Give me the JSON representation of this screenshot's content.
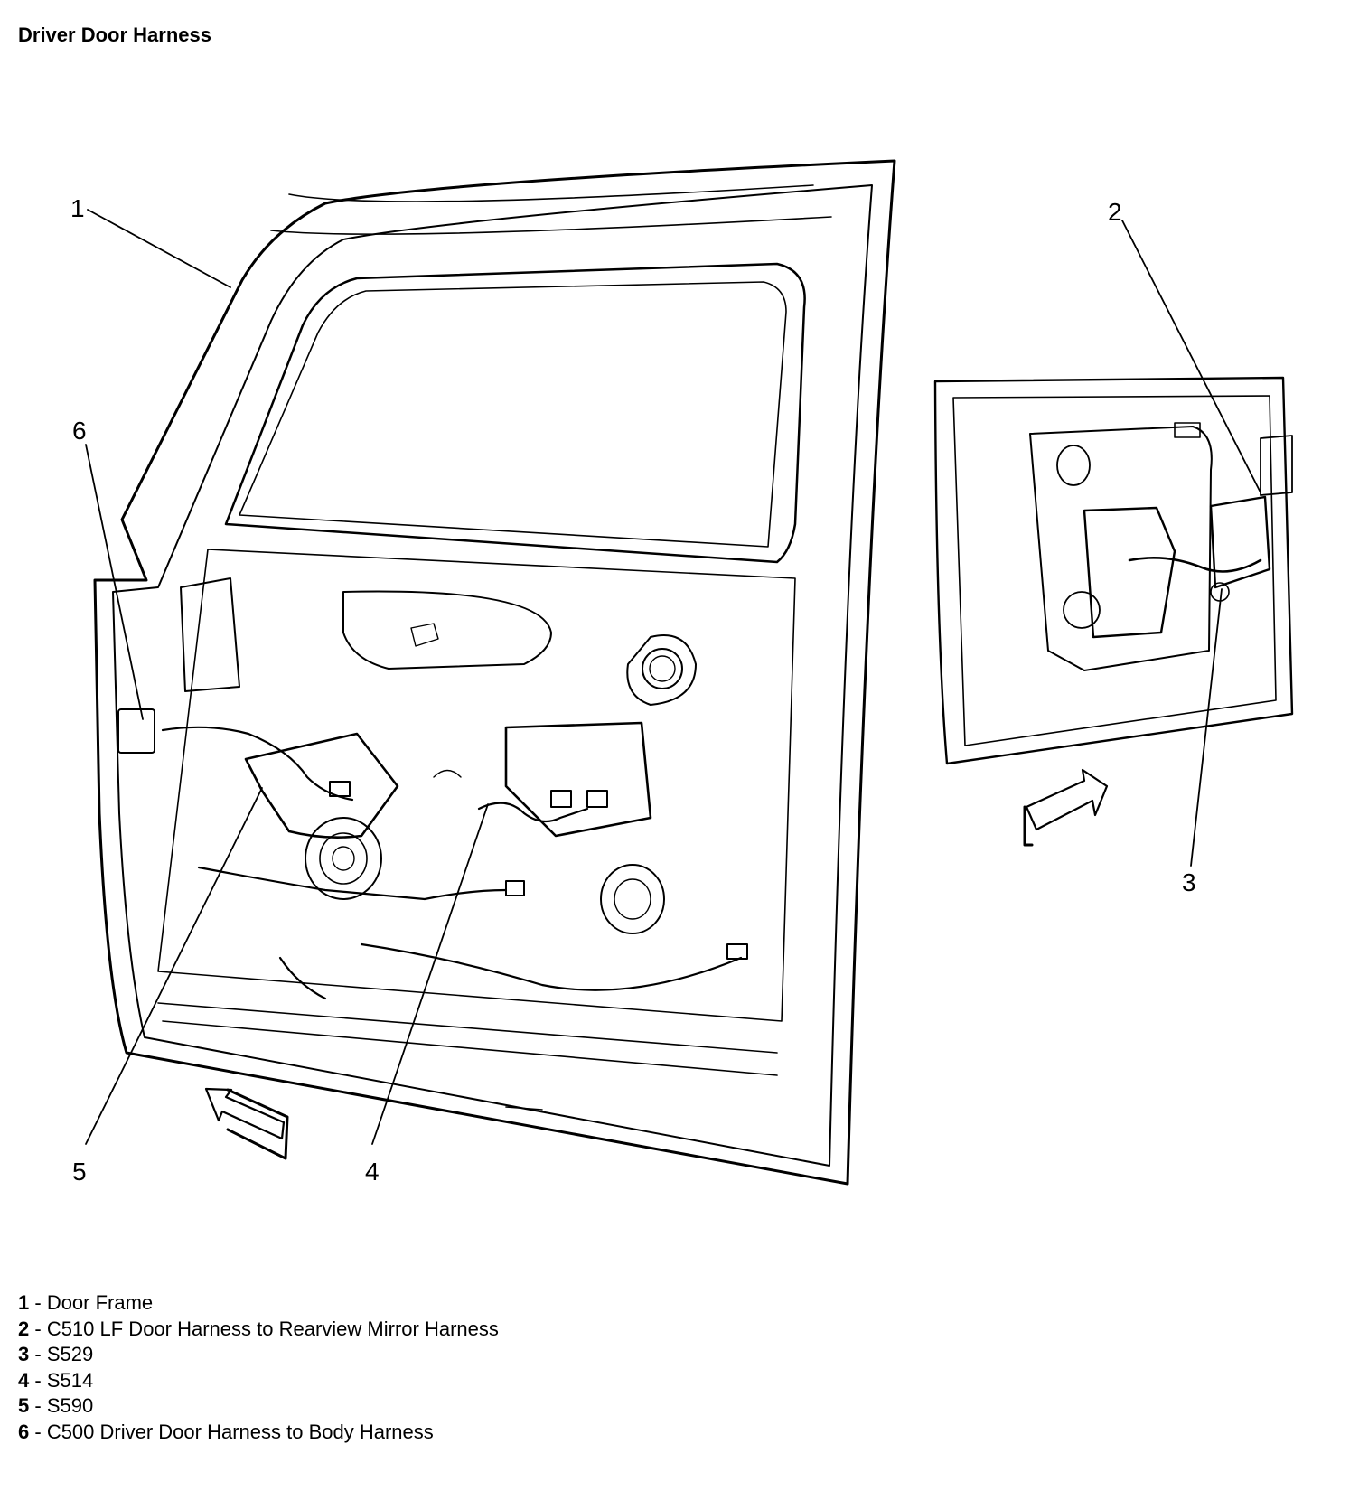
{
  "title": "Driver Door Harness",
  "callouts": [
    "1",
    "2",
    "3",
    "4",
    "5",
    "6"
  ],
  "legend": [
    {
      "num": "1",
      "sep": " - ",
      "text": "Door Frame"
    },
    {
      "num": "2",
      "sep": " - ",
      "text": "C510 LF Door Harness to Rearview Mirror Harness"
    },
    {
      "num": "3",
      "sep": " - ",
      "text": "S529"
    },
    {
      "num": "4",
      "sep": " - ",
      "text": "S514"
    },
    {
      "num": "5",
      "sep": " - ",
      "text": "S590"
    },
    {
      "num": "6",
      "sep": " - ",
      "text": "C500 Driver Door Harness to Body Harness"
    }
  ]
}
